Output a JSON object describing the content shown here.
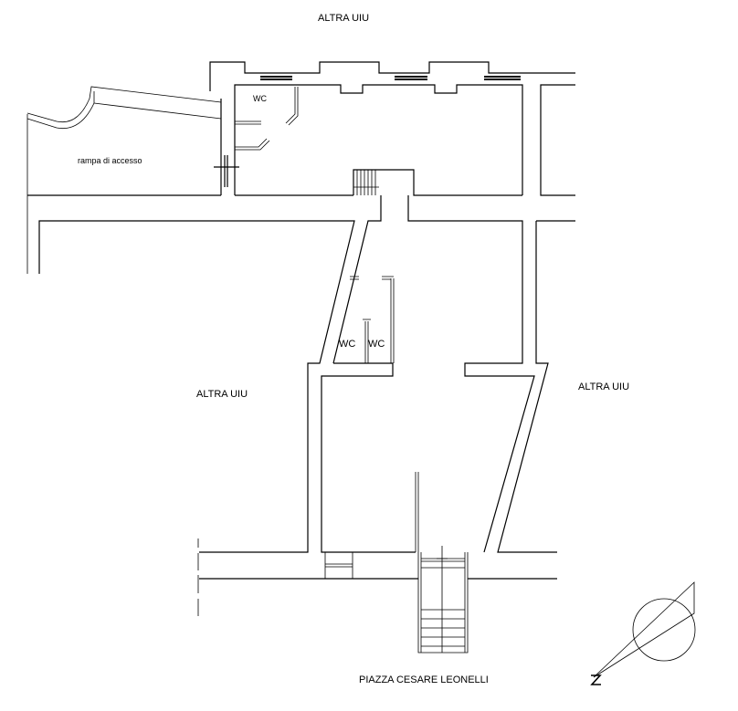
{
  "labels": {
    "altra_uiu_top": "ALTRA UIU",
    "altra_uiu_left": "ALTRA UIU",
    "altra_uiu_right": "ALTRA UIU",
    "wc_top": "WC",
    "wc_middle_left": "WC",
    "wc_middle_right": "WC",
    "ramp": "rampa di accesso",
    "square": "PIAZZA CESARE LEONELLI"
  },
  "compass": {
    "label": "N",
    "icon": "north-arrow-icon"
  }
}
